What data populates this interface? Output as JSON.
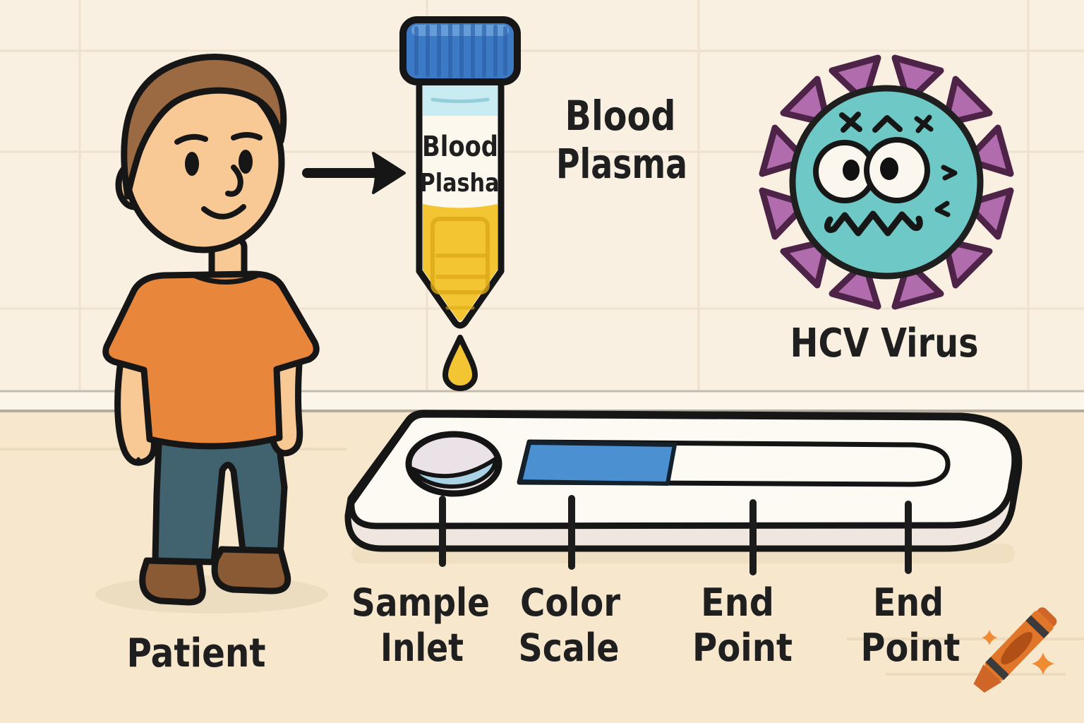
{
  "scene": {
    "wall_color": "#faf0e2",
    "floor_color": "#f7e7cd",
    "tile_line_color": "#ecdfcd"
  },
  "patient": {
    "label": "Patient",
    "skin_color": "#f8c995",
    "hair_color": "#9b6a42",
    "shirt_color": "#e8873b",
    "pants_color": "#41626f",
    "shoe_color": "#8a5a34"
  },
  "tube": {
    "label_line1": "Blood",
    "label_line2": "Plasha",
    "cap_color": "#3d7ac6",
    "serum_color": "#c9ecf2",
    "plasma_color": "#f3c532"
  },
  "heading": {
    "line1": "Blood",
    "line2": "Plasma"
  },
  "virus": {
    "label": "HCV Virus",
    "body_color": "#6ec9c6",
    "spike_color": "#b16cae"
  },
  "cassette": {
    "body_color": "#fdfaf3",
    "well_liquid_color": "#a9d2e5",
    "color_scale_color": "#4b90d1",
    "callouts": [
      {
        "line1": "Sample",
        "line2": "Inlet"
      },
      {
        "line1": "Color",
        "line2": "Scale"
      },
      {
        "line1": "End",
        "line2": "Point"
      },
      {
        "line1": "End",
        "line2": "Point"
      }
    ]
  },
  "watermark": {
    "icon": "crayon-icon",
    "color": "#e0762a",
    "sparkle_color": "#ef8b33"
  }
}
